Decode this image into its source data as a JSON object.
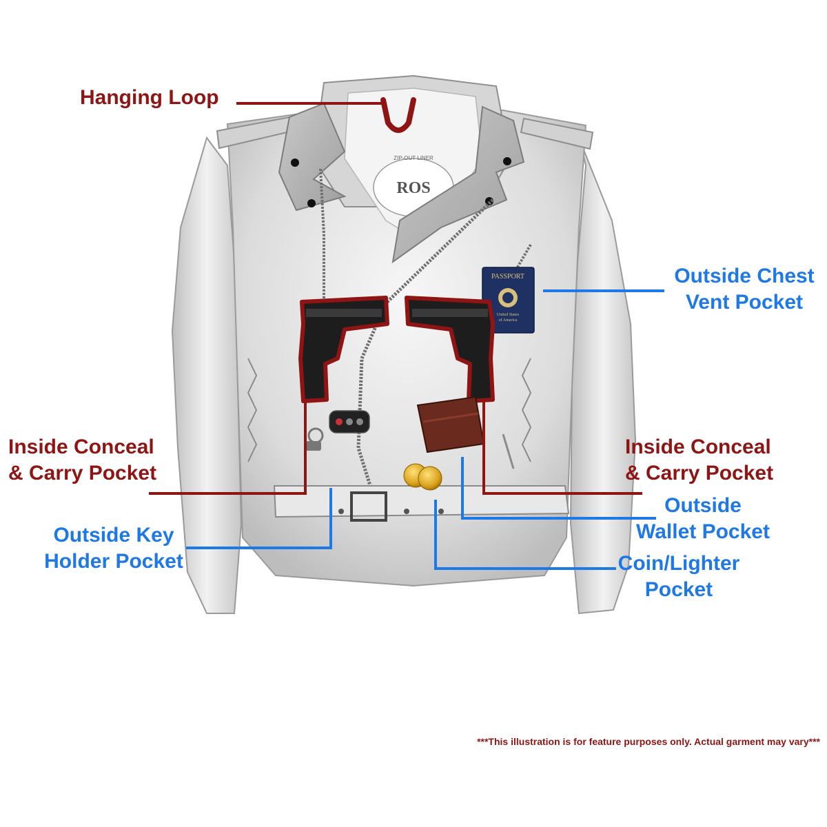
{
  "labels": {
    "hanging_loop": "Hanging Loop",
    "chest_pocket_1": "Outside Chest",
    "chest_pocket_2": "Vent Pocket",
    "conceal_left_1": "Inside Conceal",
    "conceal_left_2": "& Carry Pocket",
    "conceal_right_1": "Inside Conceal",
    "conceal_right_2": "& Carry Pocket",
    "key_1": "Outside Key",
    "key_2": "Holder Pocket",
    "wallet_1": "Outside",
    "wallet_2": "Wallet Pocket",
    "coin_1": "Coin/Lighter",
    "coin_2": "Pocket"
  },
  "note": "***This illustration is for feature purposes only.  Actual garment may vary***",
  "passport": {
    "title": "PASSPORT",
    "sub1": "United States",
    "sub2": "of America"
  },
  "tag": {
    "brand": "ROS",
    "line": "ZIP-OUT LINER"
  },
  "colors": {
    "red": "#8f1414",
    "blue": "#1e78e6",
    "jacket": "#e4e4e4"
  }
}
